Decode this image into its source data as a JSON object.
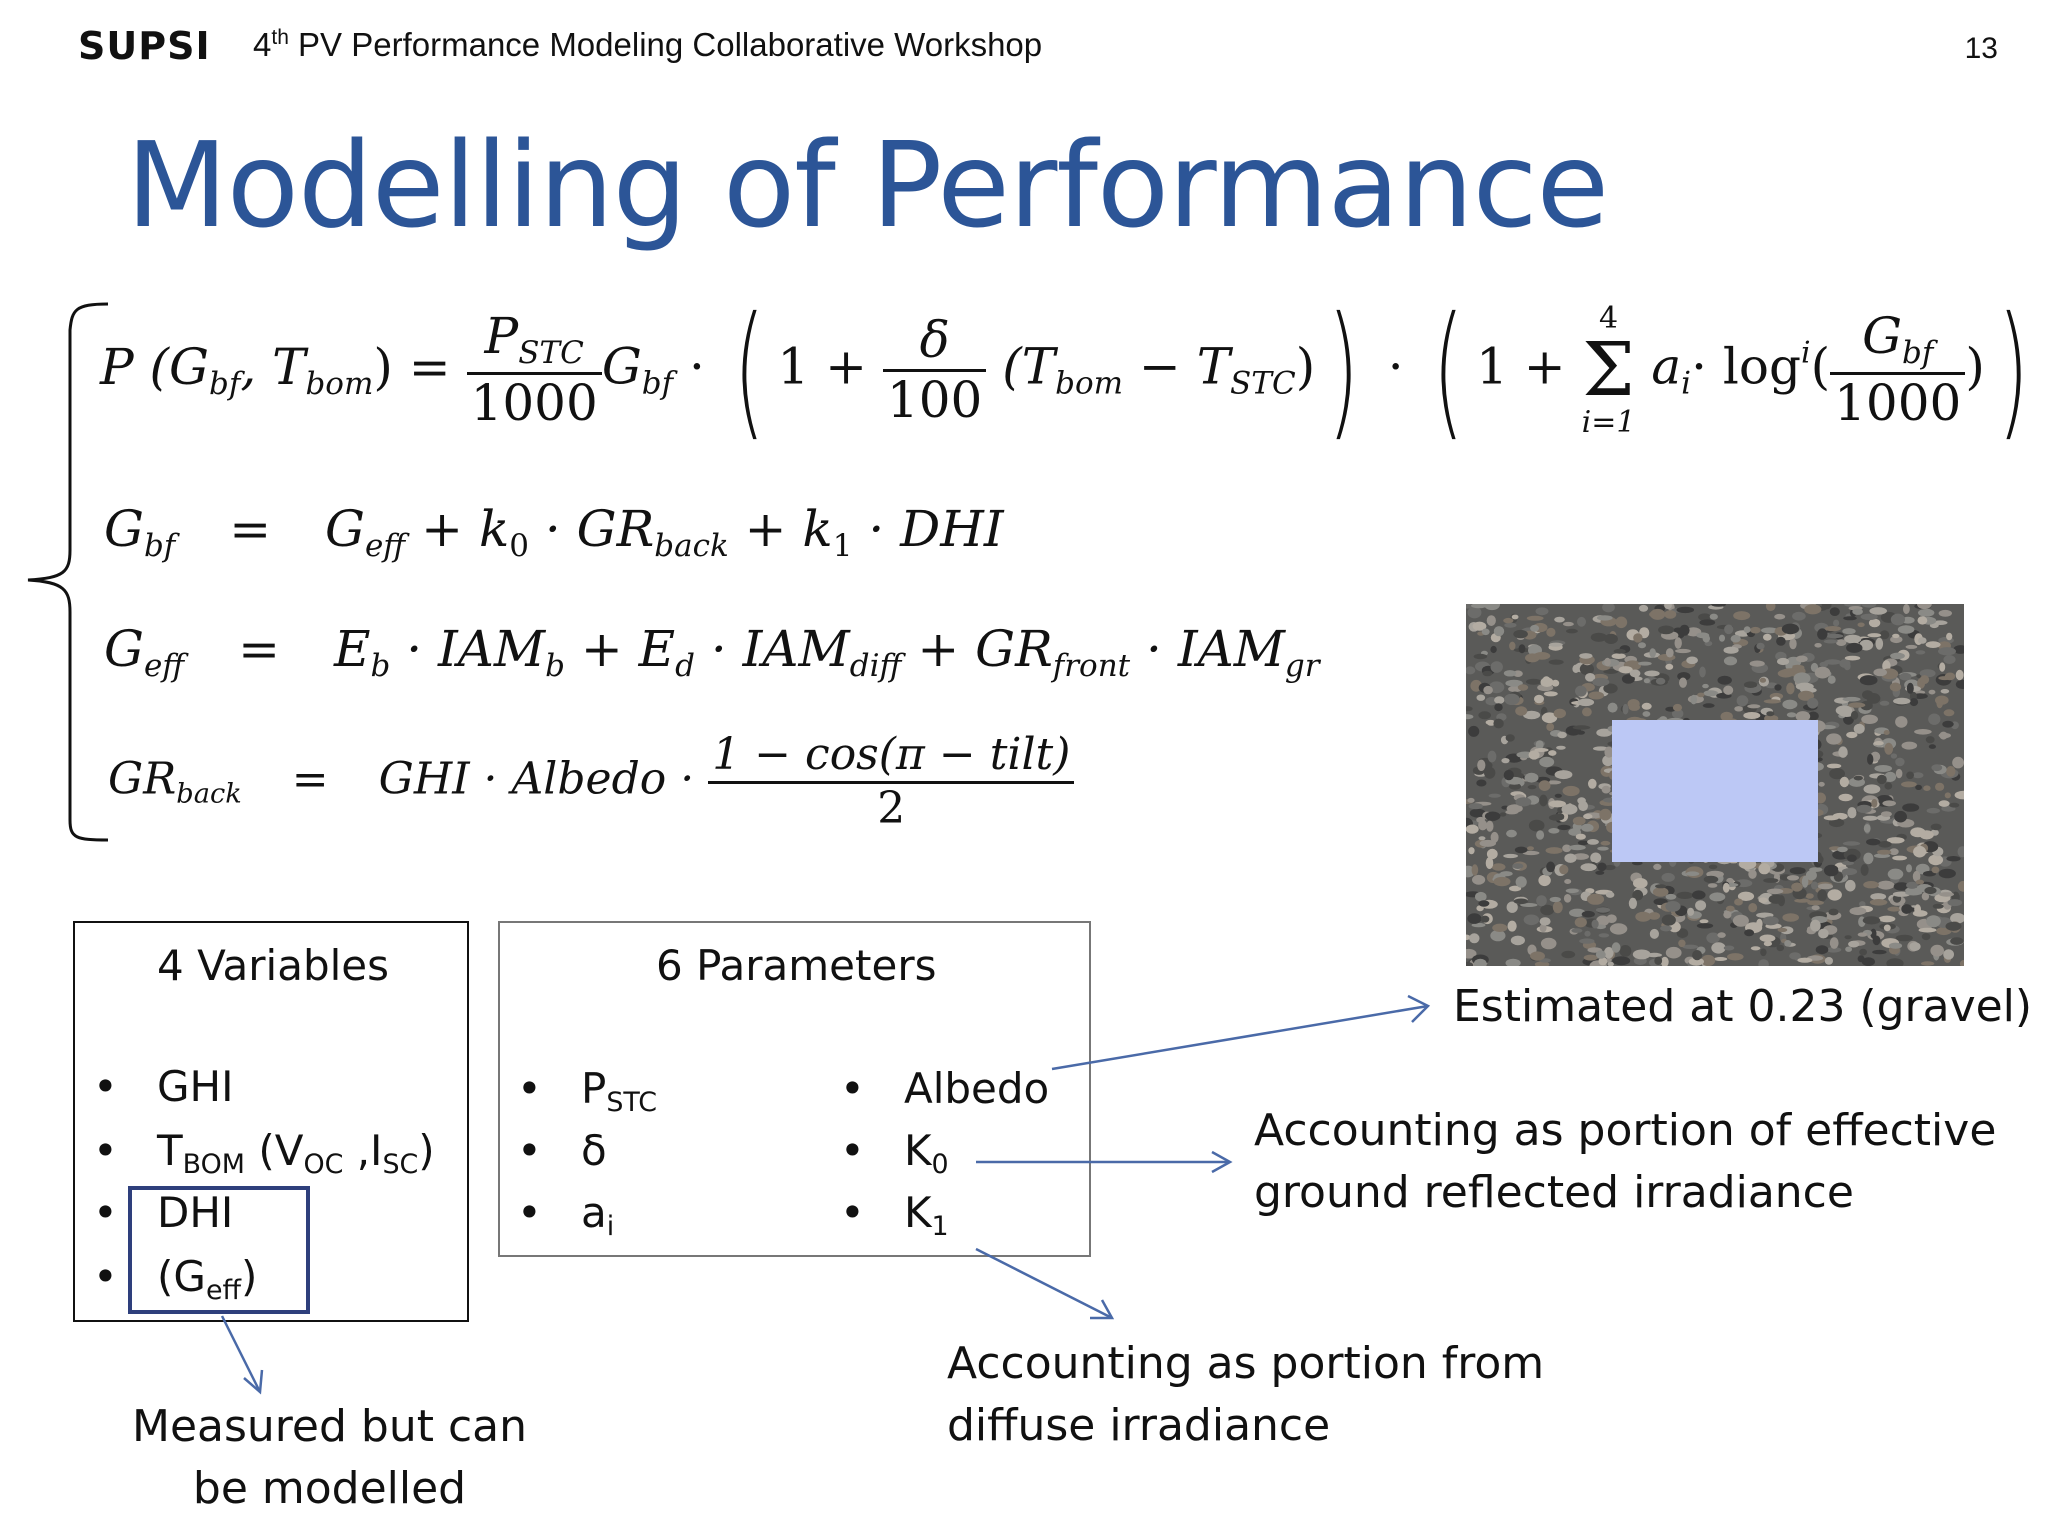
{
  "header": {
    "logo": "SUPSI",
    "title_sup": "th",
    "title_num": "4",
    "title_rest": " PV Performance Modeling Collaborative Workshop",
    "page_number": "13"
  },
  "slide": {
    "title": "Modelling of Performance"
  },
  "equations": {
    "eq1": {
      "lhs_open": "P (G",
      "lhs_sub1": "bf",
      "lhs_mid": ", T",
      "lhs_sub2": "bom",
      "lhs_close": ") =",
      "frac1_num": "P",
      "frac1_num_sub": "STC",
      "frac1_den": "1000",
      "after_frac1": "G",
      "after_frac1_sub": "bf",
      "dot": "·",
      "one_plus": "1 +",
      "frac2_num": "δ",
      "frac2_den": "100",
      "temp_open": "(T",
      "temp_sub1": "bom",
      "temp_minus": " − T",
      "temp_sub2": "STC",
      "temp_close": ")",
      "sum_top": "4",
      "sum_symbol": "Σ",
      "sum_bottom": "i=1",
      "a": "a",
      "a_sub": "i",
      "log": "· log",
      "log_sup": "i",
      "log_open": "(",
      "frac3_num": "G",
      "frac3_num_sub": "bf",
      "frac3_den": "1000",
      "log_close": ")"
    },
    "eq2": {
      "lhs": "G",
      "lhs_sub": "bf",
      "eq": "=",
      "t1": "G",
      "t1_sub": "eff",
      "t2": " + k",
      "t2_sub": "0",
      "t3": " · GR",
      "t3_sub": "back",
      "t4": " + k",
      "t4_sub": "1",
      "t5": " · DHI"
    },
    "eq3": {
      "lhs": "G",
      "lhs_sub": "eff",
      "eq": "=",
      "t1": "E",
      "t1_sub": "b",
      "t2": " · IAM",
      "t2_sub": "b",
      "t3": " + E",
      "t3_sub": "d",
      "t4": " · IAM",
      "t4_sub": "diff",
      "t5": " + GR",
      "t5_sub": "front",
      "t6": " · IAM",
      "t6_sub": "gr"
    },
    "eq4": {
      "lhs": "GR",
      "lhs_sub": "back",
      "eq": "=",
      "t1": "GHI · Albedo ·",
      "frac_num": "1 − cos(π − tilt)",
      "frac_den": "2"
    }
  },
  "variables_box": {
    "title": "4 Variables",
    "bullet": "•",
    "items": [
      {
        "text": "GHI"
      },
      {
        "t": "T",
        "t_sub": "BOM",
        "mid": " (V",
        "v_sub": "OC",
        "comma": " ,I",
        "i_sub": "SC",
        "close": ")"
      },
      {
        "text": "DHI"
      },
      {
        "open": "(G",
        "sub": "eff",
        "close": ")"
      }
    ]
  },
  "parameters_box": {
    "title": "6 Parameters",
    "bullet": "•",
    "left": [
      {
        "t": "P",
        "sub": "STC"
      },
      {
        "t": "δ",
        "sub": ""
      },
      {
        "t": "a",
        "sub": "i"
      }
    ],
    "right": [
      {
        "t": "Albedo",
        "sub": ""
      },
      {
        "t": "K",
        "sub": "0"
      },
      {
        "t": "K",
        "sub": "1"
      }
    ]
  },
  "notes": {
    "albedo": "Estimated at 0.23 (gravel)",
    "k0_line1": "Accounting as portion of effective",
    "k0_line2": "ground reflected irradiance",
    "k1_line1": "Accounting as portion from",
    "k1_line2": "diffuse irradiance",
    "measured_line1": "Measured but can",
    "measured_line2": "be modelled"
  },
  "colors": {
    "title": "#2c5597",
    "arrow": "#4a6aa8",
    "highlight_box": "#2e3f7c",
    "panel": "#bcc8f5"
  }
}
